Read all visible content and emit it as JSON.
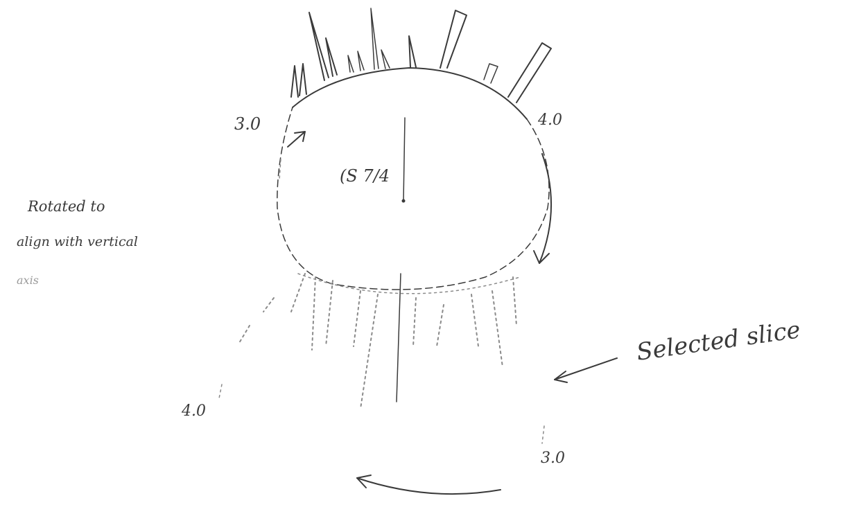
{
  "labels": {
    "top_left_value": "3.0",
    "top_right_value": "4.0",
    "center_label": "(S 7/4",
    "bottom_left_value": "4.0",
    "bottom_right_value": "3.0",
    "note_line1": "Rotated to",
    "note_line2": "align with vertical",
    "note_line3": "axis",
    "selected_annotation": "Selected slice"
  },
  "colors": {
    "ink": "#3a3a3a",
    "faint_ink": "#8a8a8a",
    "background": "#ffffff"
  }
}
